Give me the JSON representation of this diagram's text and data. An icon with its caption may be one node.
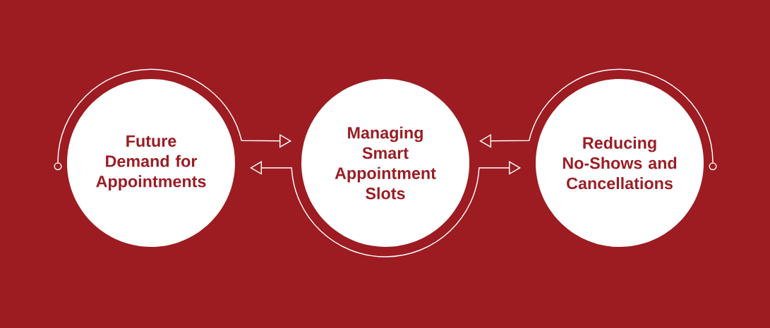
{
  "diagram": {
    "nodes": [
      {
        "text": [],
        "shape": "circle"
      },
      {
        "text": [
          "Future Demand for Appointments"
        ]
      },
      {
        "text": [
          "Managing Smart Appointment Slots"
        ]
      },
      {
        "text": [
          "Reducing No-Shows and Cancellations"
        ]
      },
      {
        "text": [],
        "shape": "circle"
      }
    ],
    "edges": [
      {
        "from": 0,
        "to": 2,
        "arrow": "to"
      },
      {
        "from": 2,
        "to": 1,
        "arrow": "to"
      },
      {
        "from": 2,
        "to": 3,
        "arrow": "to"
      },
      {
        "from": 4,
        "to": 2,
        "arrow": "to"
      }
    ]
  }
}
